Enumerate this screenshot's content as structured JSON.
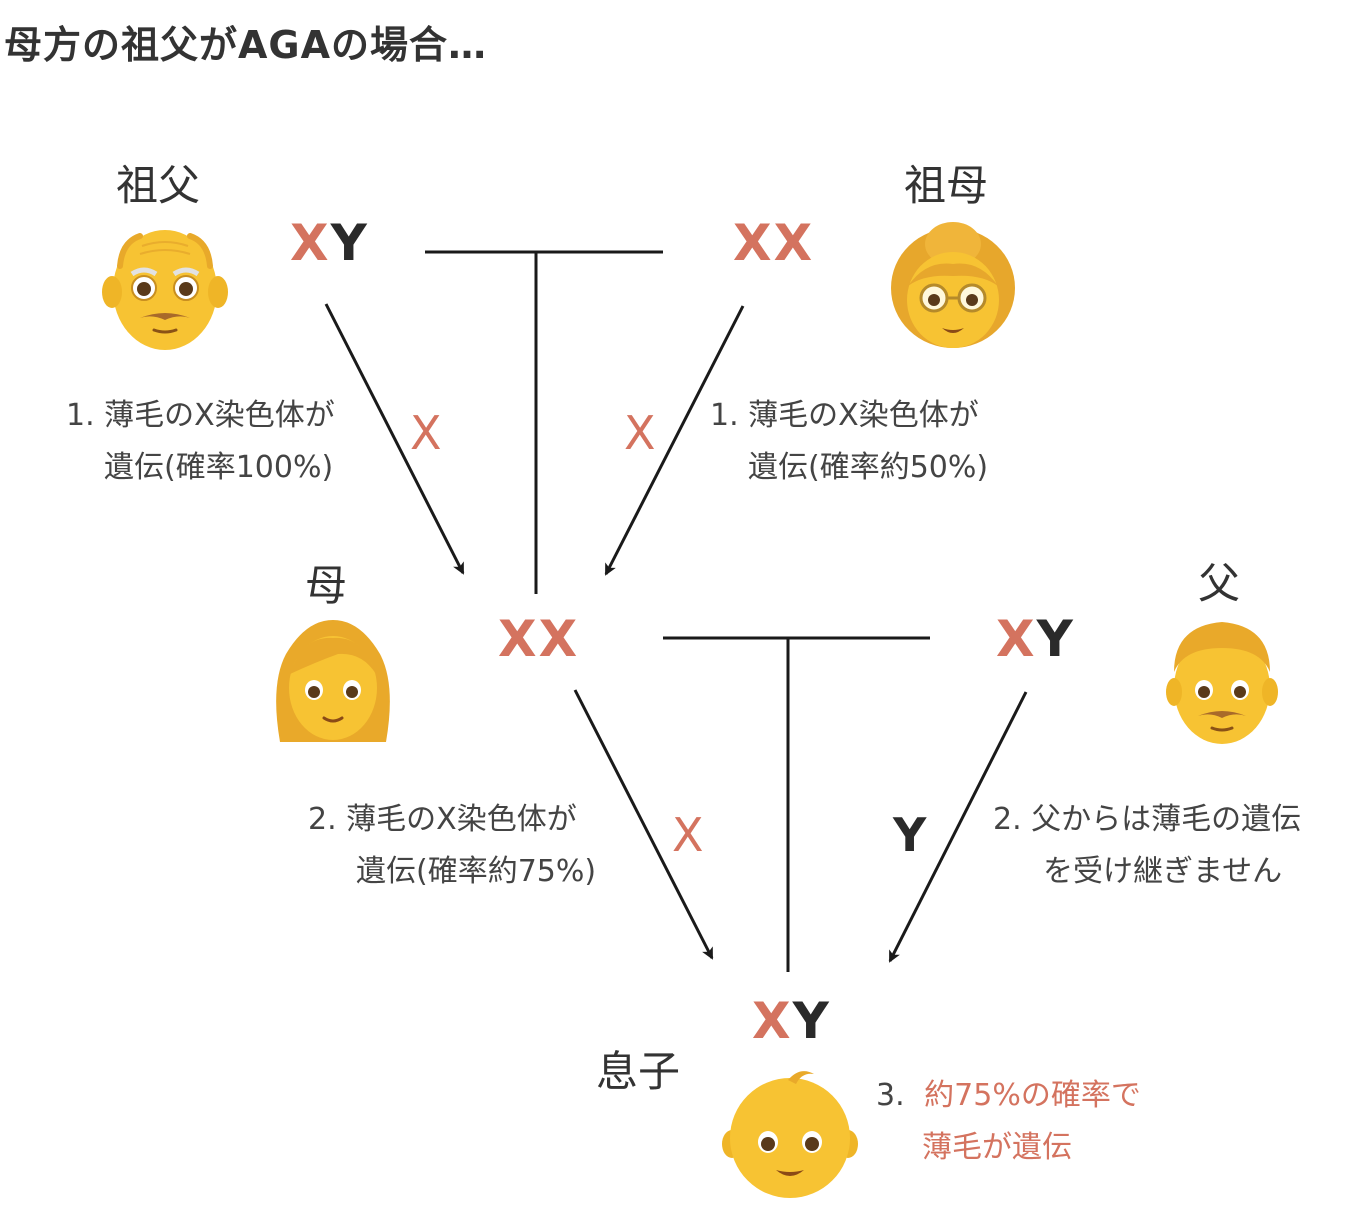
{
  "title": "母方の祖父がAGAの場合…",
  "colors": {
    "accent": "#d4735f",
    "text": "#333333",
    "line": "#1a1a1a",
    "skin": "#f7c333"
  },
  "people": {
    "grandfather": {
      "label": "祖父",
      "icon": "old-man-emoji",
      "geno_x": "X",
      "geno_y": "Y"
    },
    "grandmother": {
      "label": "祖母",
      "icon": "old-woman-emoji",
      "geno_x1": "X",
      "geno_x2": "X"
    },
    "mother": {
      "label": "母",
      "icon": "woman-emoji",
      "geno_x1": "X",
      "geno_x2": "X"
    },
    "father": {
      "label": "父",
      "icon": "man-emoji",
      "geno_x": "X",
      "geno_y": "Y"
    },
    "son": {
      "label": "息子",
      "icon": "baby-emoji",
      "geno_x": "X",
      "geno_y": "Y"
    }
  },
  "arrow_labels": {
    "grandfather_to_mother": "X",
    "grandmother_to_mother": "X",
    "mother_to_son": "X",
    "father_to_son": "Y"
  },
  "notes": {
    "grandfather": {
      "line1": "1. 薄毛のX染色体が",
      "line2": "遺伝(確率100%)"
    },
    "grandmother": {
      "line1": "1. 薄毛のX染色体が",
      "line2": "遺伝(確率約50%)"
    },
    "mother": {
      "line1": "2.  薄毛のX染色体が",
      "line2": "遺伝(確率約75%)"
    },
    "father": {
      "line1": "2.  父からは薄毛の遺伝",
      "line2": "を受け継ぎません"
    },
    "son": {
      "line1_prefix": "3.",
      "line1": "約75%の確率で",
      "line2": "薄毛が遺伝"
    }
  }
}
